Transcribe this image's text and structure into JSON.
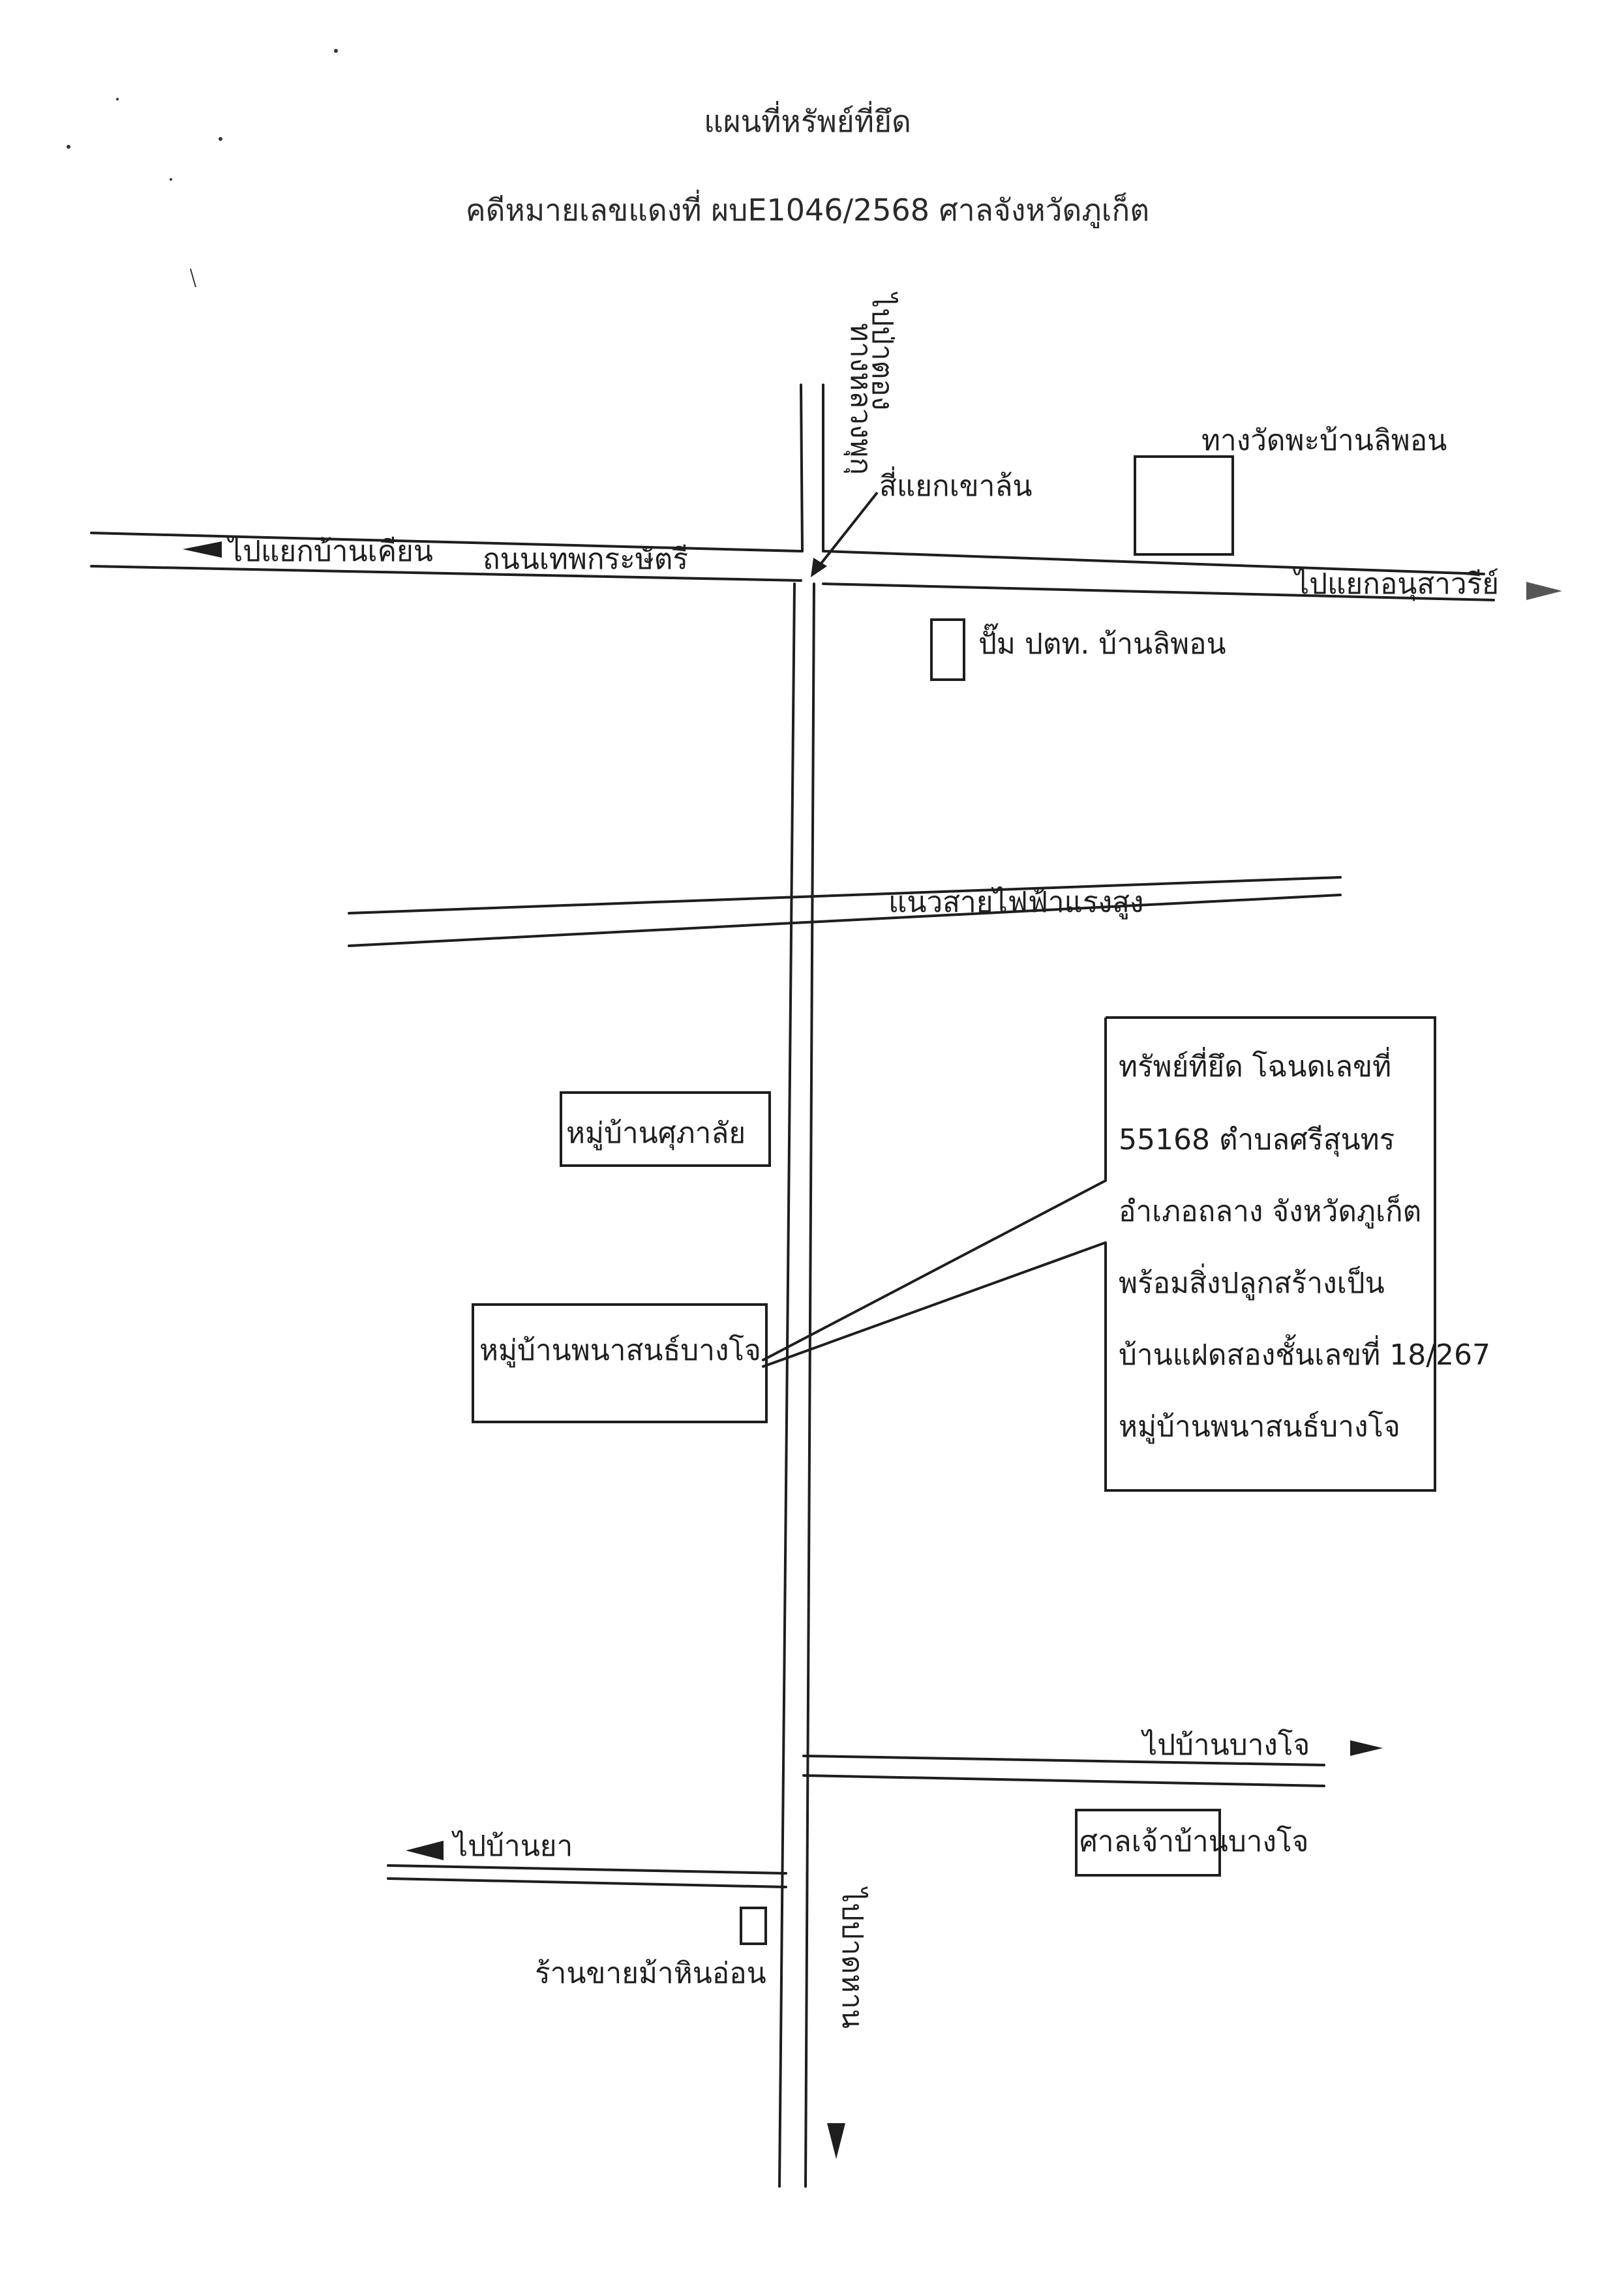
{
  "header": {
    "title": "แผนที่หรัพย์ที่ยึด",
    "case_line": "คดีหมายเลขแดงที่ ผบE1046/2568 ศาลจังหวัดภูเก็ต"
  },
  "map": {
    "labels": {
      "north_to": "ไปป่าตอง",
      "north_road": "ทางหลวงพุกุ",
      "junction": "สี่แยกเขาล้น",
      "landmark_top": "ทางวัดพะบ้านลิพอน",
      "west_to": "ไปแยกบ้านเคียน",
      "main_road": "ถนนเทพกระษัตรี",
      "east_to": "ไปแยกอนุสาวรีย์",
      "gas_station": "ปั๊ม ปตท. บ้านลิพอน",
      "power_line": "แนวสายไฟฟ้าแรงสูง",
      "village_1": "หมู่บ้านศุภาลัย",
      "village_2": "หมู่บ้านพนาสนธ์บางโจ",
      "to_bangjo": "ไปบ้านบางโจ",
      "to_banya": "ไปบ้านยา",
      "shrine": "ศาลเจ้าบ้านบางโจ",
      "shop": "ร้านขายม้าหินอ่อน",
      "south_road": "ไปปาดหาน"
    },
    "property_note": [
      "ทรัพย์ที่ยึด โฉนดเลขที่",
      "55168 ตำบลศรีสุนทร",
      "อำเภอถลาง จังหวัดภูเก็ต",
      "พร้อมสิ่งปลูกสร้างเป็น",
      "บ้านแฝดสองชั้นเลขที่ 18/267",
      "หมู่บ้านพนาสนธ์บางโจ"
    ]
  }
}
